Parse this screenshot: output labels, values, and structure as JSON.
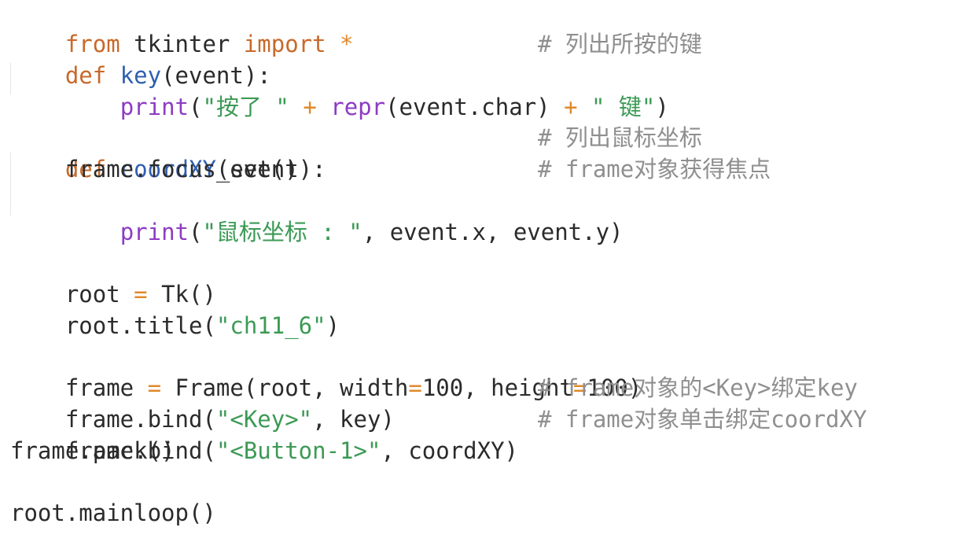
{
  "code": {
    "line1": {
      "kw1": "from",
      "mod": " tkinter ",
      "kw2": "import",
      "star": " *"
    },
    "line2": {
      "kw": "def",
      "fn": " key",
      "args": "(event):",
      "comment": "# 列出所按的键"
    },
    "line3": {
      "indent": "    ",
      "bi": "print",
      "p1": "(",
      "s1": "\"按了 \"",
      "op1": " + ",
      "bi2": "repr",
      "mid": "(event.char)",
      "op2": " + ",
      "s2": "\" 键\"",
      "p2": ")"
    },
    "line5": {
      "kw": "def",
      "fn": " coordXY",
      "args": "(event):",
      "comment": "# 列出鼠标坐标"
    },
    "line6": {
      "text": "    frame.focus_set()",
      "comment": "# frame对象获得焦点"
    },
    "line7": {
      "indent": "    ",
      "bi": "print",
      "p1": "(",
      "s1": "\"鼠标坐标 : \"",
      "rest": ", event.x, event.y)"
    },
    "line9": {
      "a": "root ",
      "op": "=",
      "b": " Tk()"
    },
    "line10": {
      "a": "root.title(",
      "s": "\"ch11_6\"",
      "b": ")"
    },
    "line12": {
      "a": "frame ",
      "op1": "=",
      "b": " Frame(root, width",
      "op2": "=",
      "c": "100, height",
      "op3": "=",
      "d": "100)"
    },
    "line13": {
      "a": "frame.bind(",
      "s": "\"<Key>\"",
      "b": ", key)",
      "comment": "# frame对象的<Key>绑定key"
    },
    "line14": {
      "a": "frame.bind(",
      "s": "\"<Button-1>\"",
      "b": ", coordXY)",
      "comment": "# frame对象单击绑定coordXY"
    },
    "line15": {
      "text": "frame.pack()"
    },
    "line17": {
      "text": "root.mainloop()"
    }
  }
}
